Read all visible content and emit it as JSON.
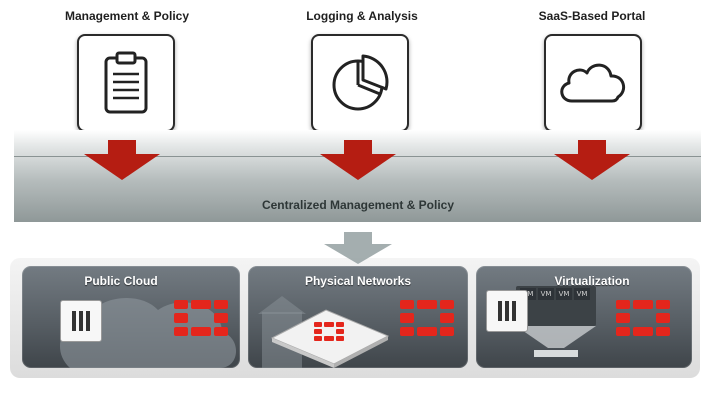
{
  "top": {
    "management": {
      "label": "Management & Policy",
      "icon": "clipboard-icon"
    },
    "logging": {
      "label": "Logging & Analysis",
      "icon": "pie-chart-icon"
    },
    "saas": {
      "label": "SaaS-Based Portal",
      "icon": "cloud-icon"
    }
  },
  "band": {
    "label": "Centralized Management & Policy"
  },
  "panels": {
    "public_cloud": {
      "title": "Public Cloud"
    },
    "physical": {
      "title": "Physical Networks"
    },
    "virtualization": {
      "title": "Virtualization",
      "vm_labels": [
        "VM",
        "VM",
        "VM",
        "VM"
      ]
    }
  },
  "colors": {
    "arrow_red": "#b51d12",
    "fortinet_red": "#e4261c",
    "panel_gray": "#5a6167"
  }
}
